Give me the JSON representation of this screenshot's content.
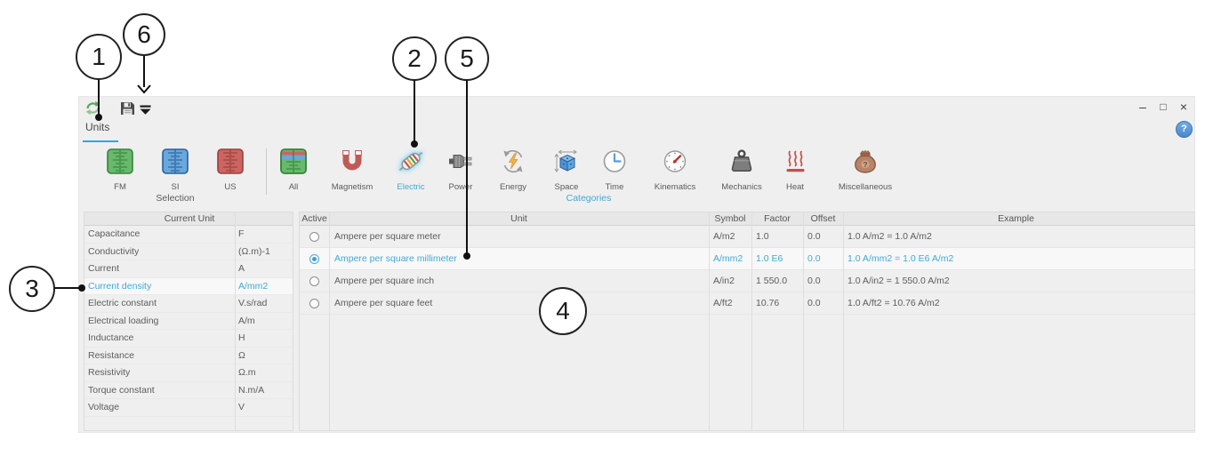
{
  "window": {
    "tab_label": "Units",
    "controls": {
      "minimize": "–",
      "maximize": "□",
      "close": "×"
    },
    "help_label": "?"
  },
  "toolbar": {
    "icons": [
      "refresh-icon",
      "save-icon",
      "dropdown-icon"
    ]
  },
  "selection": {
    "group_label": "Selection",
    "items": [
      {
        "label": "FM"
      },
      {
        "label": "SI"
      },
      {
        "label": "US"
      }
    ]
  },
  "categories": {
    "group_label": "Categories",
    "selected": "Electric",
    "items": [
      {
        "label": "All"
      },
      {
        "label": "Magnetism"
      },
      {
        "label": "Electric"
      },
      {
        "label": "Power"
      },
      {
        "label": "Energy"
      },
      {
        "label": "Space"
      },
      {
        "label": "Time"
      },
      {
        "label": "Kinematics"
      },
      {
        "label": "Mechanics"
      },
      {
        "label": "Heat"
      },
      {
        "label": "Miscellaneous"
      }
    ]
  },
  "current_unit_table": {
    "header": "Current Unit",
    "selected_row": "Current density",
    "rows": [
      {
        "name": "Capacitance",
        "symbol": "F"
      },
      {
        "name": "Conductivity",
        "symbol": "(Ω.m)-1"
      },
      {
        "name": "Current",
        "symbol": "A"
      },
      {
        "name": "Current density",
        "symbol": "A/mm2"
      },
      {
        "name": "Electric constant",
        "symbol": "V.s/rad"
      },
      {
        "name": "Electrical loading",
        "symbol": "A/m"
      },
      {
        "name": "Inductance",
        "symbol": "H"
      },
      {
        "name": "Resistance",
        "symbol": "Ω"
      },
      {
        "name": "Resistivity",
        "symbol": "Ω.m"
      },
      {
        "name": "Torque constant",
        "symbol": "N.m/A"
      },
      {
        "name": "Voltage",
        "symbol": "V"
      }
    ]
  },
  "units_table": {
    "headers": {
      "active": "Active",
      "unit": "Unit",
      "symbol": "Symbol",
      "factor": "Factor",
      "offset": "Offset",
      "example": "Example"
    },
    "selected_row": "Ampere per square millimeter",
    "rows": [
      {
        "active": false,
        "unit": "Ampere per square meter",
        "symbol": "A/m2",
        "factor": "1.0",
        "offset": "0.0",
        "example": "1.0 A/m2 = 1.0 A/m2"
      },
      {
        "active": true,
        "unit": "Ampere per square millimeter",
        "symbol": "A/mm2",
        "factor": "1.0 E6",
        "offset": "0.0",
        "example": "1.0 A/mm2 = 1.0 E6 A/m2"
      },
      {
        "active": false,
        "unit": "Ampere per square inch",
        "symbol": "A/in2",
        "factor": "1 550.0",
        "offset": "0.0",
        "example": "1.0 A/in2 = 1 550.0 A/m2"
      },
      {
        "active": false,
        "unit": "Ampere per square feet",
        "symbol": "A/ft2",
        "factor": "10.76",
        "offset": "0.0",
        "example": "1.0 A/ft2 = 10.76 A/m2"
      }
    ]
  },
  "callouts": {
    "c1": "1",
    "c2": "2",
    "c3": "3",
    "c4": "4",
    "c5": "5",
    "c6": "6"
  },
  "colors": {
    "accent": "#3fa9d5",
    "tab_underline": "#2fa8dc",
    "help_button": "#5596d8"
  }
}
